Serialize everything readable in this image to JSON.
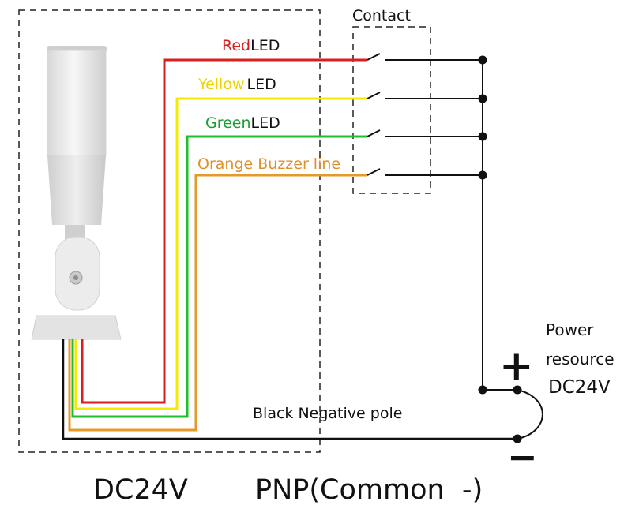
{
  "labels": {
    "contact": "Contact",
    "red": "Red",
    "yellow": "Yellow",
    "green": "Green",
    "led": "LED",
    "buzzer": "Orange Buzzer line",
    "power_line1": "Power",
    "power_line2": "resource",
    "power_line3": "DC24V",
    "plus": "+",
    "minus": "−",
    "black_neg": "Black Negative pole",
    "bottom_left": "DC24V",
    "bottom_right": "PNP(Common  -)"
  },
  "colors": {
    "red": "#d81e1e",
    "yellow": "#f4ea00",
    "green": "#1fbf2b",
    "orange": "#e39a2a",
    "black": "#111111",
    "red_text": "#d81e1e",
    "yellow_text": "#efd300",
    "green_text": "#1a9e34",
    "orange_text": "#e0902a"
  }
}
